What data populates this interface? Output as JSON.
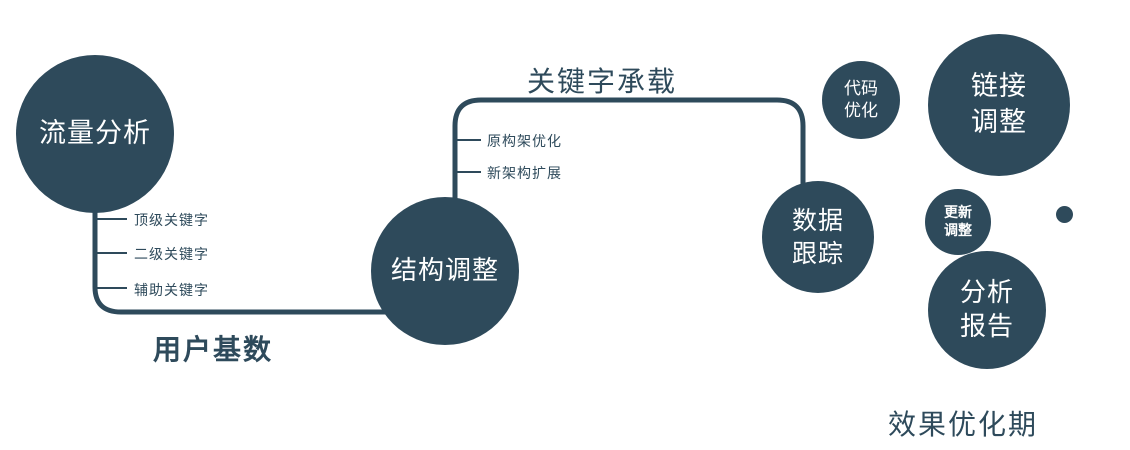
{
  "colors": {
    "primary": "#2e4a5b",
    "text_on_circle": "#ffffff",
    "background": "#ffffff"
  },
  "nodes": [
    {
      "id": "traffic-analysis",
      "lines": [
        "流量分析"
      ]
    },
    {
      "id": "structure-adjust",
      "lines": [
        "结构调整"
      ]
    },
    {
      "id": "data-tracking",
      "lines": [
        "数据",
        "跟踪"
      ]
    },
    {
      "id": "code-optimization",
      "lines": [
        "代码",
        "优化"
      ]
    },
    {
      "id": "link-adjustment",
      "lines": [
        "链接",
        "调整"
      ]
    },
    {
      "id": "update-adjustment",
      "lines": [
        "更新",
        "调整"
      ]
    },
    {
      "id": "analysis-report",
      "lines": [
        "分析",
        "报告"
      ]
    }
  ],
  "edge_labels": {
    "keyword_bearing": "关键字承载",
    "user_base": "用户基数",
    "effect_optimization": "效果优化期"
  },
  "branch_labels": {
    "traffic": [
      "顶级关键字",
      "二级关键字",
      "辅助关键字"
    ],
    "structure": [
      "原构架优化",
      "新架构扩展"
    ]
  }
}
